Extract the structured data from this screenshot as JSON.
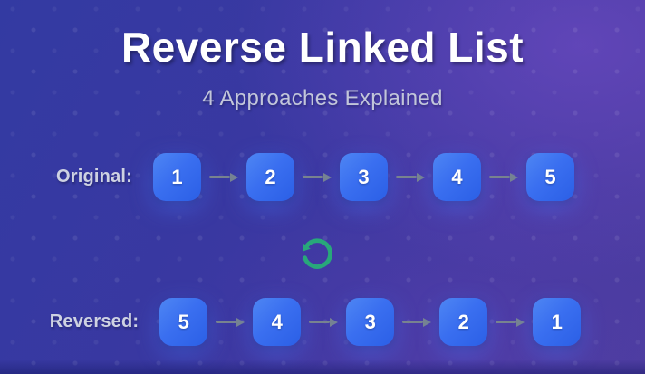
{
  "page": {
    "title": "Reverse Linked List",
    "subtitle": "4 Approaches Explained"
  },
  "original": {
    "label": "Original:",
    "nodes": [
      "1",
      "2",
      "3",
      "4",
      "5"
    ]
  },
  "reversed": {
    "label": "Reversed:",
    "nodes": [
      "5",
      "4",
      "3",
      "2",
      "1"
    ]
  },
  "icons": {
    "between_rows": "rotate-ccw-icon",
    "connector": "arrow-right-icon"
  },
  "colors": {
    "background_indigo": "#3a38a1",
    "background_purple_glow": "#4a3c9e",
    "node_blue_start": "#4e86f3",
    "node_blue_end": "#2b5fe6",
    "node_glow": "rgba(70,120,250,0.45)",
    "arrow_gray": "#78838f",
    "reverse_icon_green": "#28a87a",
    "title_white": "#ffffff",
    "subtitle_gray": "#c2c6da",
    "label_gray": "#ced2e2"
  }
}
